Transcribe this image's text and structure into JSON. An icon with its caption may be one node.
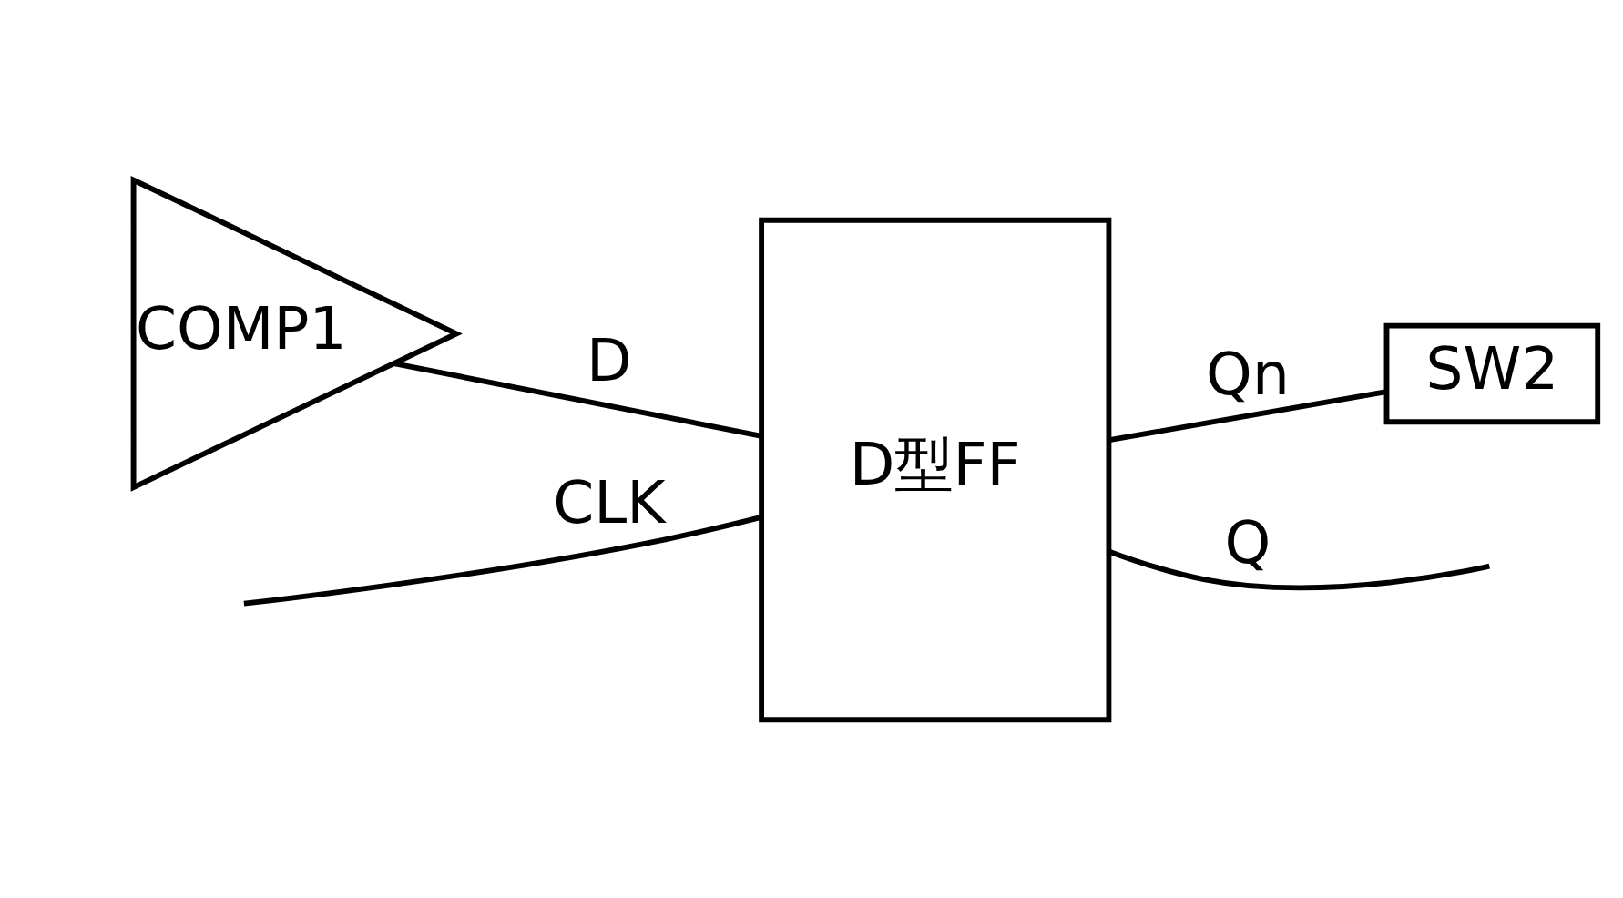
{
  "diagram": {
    "nodes": [
      {
        "text": [
          "COMP1"
        ]
      },
      {
        "text": [
          "D型FF"
        ]
      },
      {
        "text": [
          "SW2"
        ]
      }
    ],
    "edges": [
      {
        "from": 0,
        "to": 1,
        "arrow": "none",
        "label": "D"
      },
      {
        "from": null,
        "to": 1,
        "arrow": "none",
        "label": "CLK"
      },
      {
        "from": 1,
        "to": null,
        "arrow": "none",
        "label": "Q"
      },
      {
        "from": 1,
        "to": 2,
        "arrow": "none",
        "label": "Qn"
      }
    ]
  }
}
